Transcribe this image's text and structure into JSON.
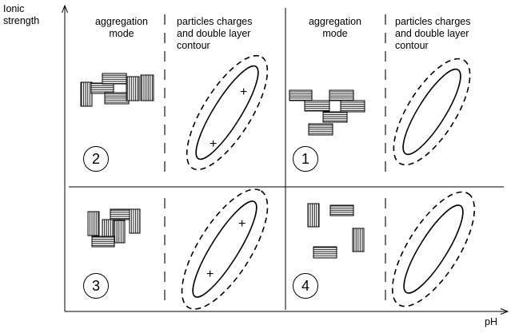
{
  "axes": {
    "y_label": "Ionic\nstrength",
    "x_label": "pH"
  },
  "headers": {
    "aggregation_mode": "aggregation\nmode",
    "particles_charges": "particles charges\nand double layer\ncontour"
  },
  "quadrants": [
    {
      "number": "2",
      "charges": [
        "+",
        "+"
      ]
    },
    {
      "number": "1",
      "charges": []
    },
    {
      "number": "3",
      "charges": [
        "+",
        "+"
      ]
    },
    {
      "number": "4",
      "charges": []
    }
  ]
}
